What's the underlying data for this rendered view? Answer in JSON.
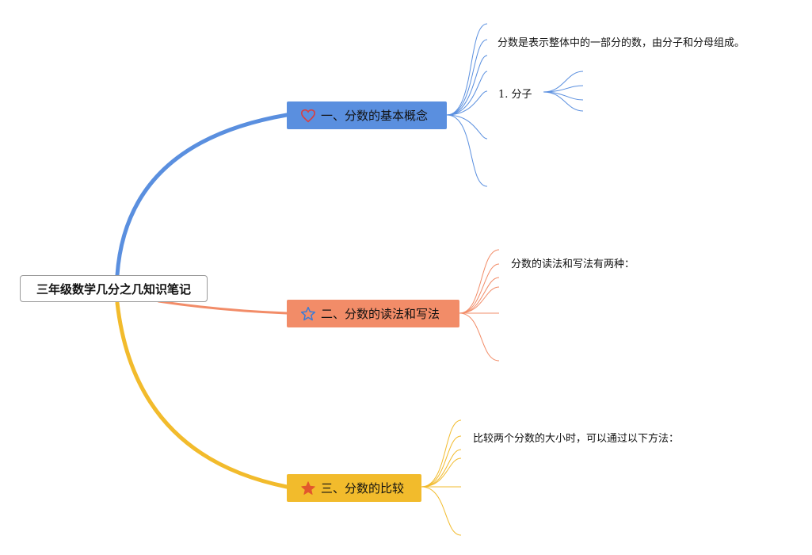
{
  "root": {
    "title": "三年级数学几分之几知识笔记"
  },
  "branches": [
    {
      "title": "一、分数的基本概念",
      "icon": "heart-outline-icon",
      "color": "#5a8fdf",
      "icon_color": "#d94040",
      "leaves": [
        {
          "text": "分数是表示整体中的一部分的数，由分子和分母组成。"
        },
        {
          "text": "1. 分子"
        }
      ]
    },
    {
      "title": "二、分数的读法和写法",
      "icon": "star-outline-icon",
      "color": "#f28c68",
      "icon_color": "#3a7bd5",
      "leaves": [
        {
          "text": "分数的读法和写法有两种："
        }
      ]
    },
    {
      "title": "三、分数的比较",
      "icon": "star-filled-icon",
      "color": "#f2bb2c",
      "icon_color": "#e2572c",
      "leaves": [
        {
          "text": "比较两个分数的大小时，可以通过以下方法："
        }
      ]
    }
  ]
}
